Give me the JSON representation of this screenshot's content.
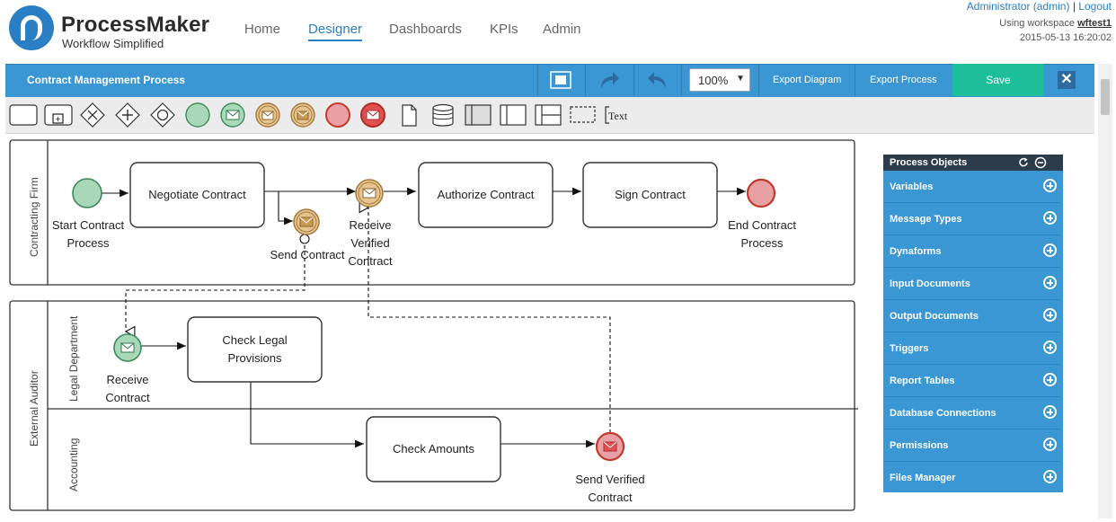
{
  "header": {
    "brand": "ProcessMaker",
    "tagline": "Workflow Simplified",
    "nav": [
      "Home",
      "Designer",
      "Dashboards",
      "KPIs",
      "Admin"
    ],
    "active_nav": "Designer",
    "user": "Administrator (admin)",
    "separator": "|",
    "logout": "Logout",
    "workspace_prefix": "Using workspace",
    "workspace": "wftest1",
    "datetime": "2015-05-13 16:20:02"
  },
  "toolbar": {
    "title": "Contract Management Process",
    "zoom": "100%",
    "export_diagram": "Export Diagram",
    "export_process": "Export Process",
    "save": "Save"
  },
  "shapes": {
    "text_tool": "Text"
  },
  "diagram": {
    "pool1": "Contracting Firm",
    "pool2": "External Auditor",
    "lane1": "Legal Department",
    "lane2": "Accounting",
    "start_event": [
      "Start Contract",
      "Process"
    ],
    "task_negotiate": "Negotiate Contract",
    "send_contract": "Send Contract",
    "receive_verified": [
      "Receive",
      "Verified",
      "Contract"
    ],
    "task_authorize": "Authorize Contract",
    "task_sign": "Sign Contract",
    "end_event": [
      "End Contract",
      "Process"
    ],
    "receive_contract": [
      "Receive",
      "Contract"
    ],
    "task_check_legal": [
      "Check Legal",
      "Provisions"
    ],
    "task_check_amounts": "Check Amounts",
    "send_verified": [
      "Send Verified",
      "Contract"
    ]
  },
  "panel": {
    "title": "Process Objects",
    "items": [
      "Variables",
      "Message Types",
      "Dynaforms",
      "Input Documents",
      "Output Documents",
      "Triggers",
      "Report Tables",
      "Database Connections",
      "Permissions",
      "Files Manager"
    ]
  },
  "colors": {
    "accent": "#3a97d4",
    "save": "#1dbf9a",
    "start": "#a8d8b8",
    "end": "#e8a0a4",
    "intermediate": "#d9b47a"
  }
}
